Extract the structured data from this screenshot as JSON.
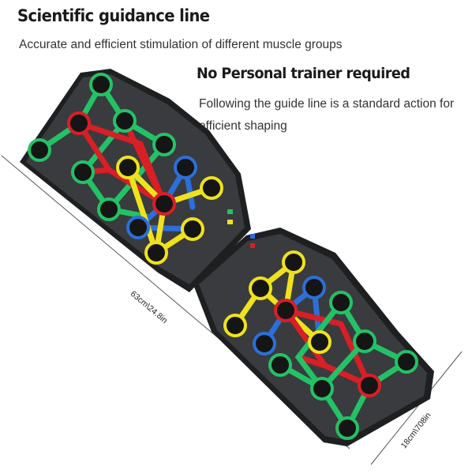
{
  "heading": {
    "title": "Scientific guidance line",
    "subtitle": "Accurate and efficient stimulation of different muscle groups"
  },
  "feature": {
    "title": "No Personal trainer required",
    "description_line1": "Following the guide line is a standard action for",
    "description_line2": "efficient shaping"
  },
  "dimensions": {
    "length": "63cm\\24.8in",
    "width": "18cm\\708in"
  },
  "colors": {
    "board": "#3a3b3e",
    "board_edge": "#1e1f21",
    "green": "#23c266",
    "red": "#d81f26",
    "blue": "#2c6fd8",
    "yellow": "#efe21c"
  }
}
